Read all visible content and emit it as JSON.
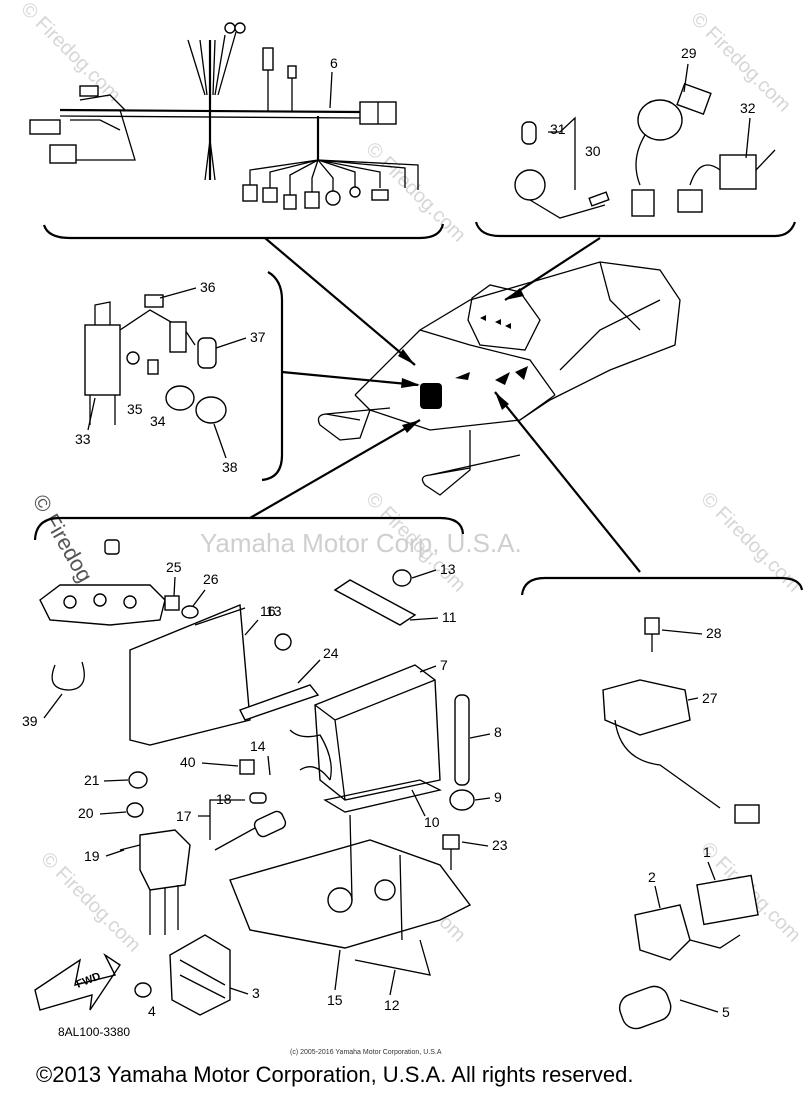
{
  "labels": {
    "p1": "1",
    "p2": "2",
    "p3": "3",
    "p4": "4",
    "p5": "5",
    "p6": "6",
    "p7": "7",
    "p8": "8",
    "p9": "9",
    "p10": "10",
    "p11": "11",
    "p12": "12",
    "p13a": "13",
    "p13b": "13",
    "p14": "14",
    "p15": "15",
    "p16": "16",
    "p17": "17",
    "p18": "18",
    "p19": "19",
    "p20": "20",
    "p21": "21",
    "p23": "23",
    "p24": "24",
    "p25": "25",
    "p26": "26",
    "p27": "27",
    "p28": "28",
    "p29": "29",
    "p30": "30",
    "p31": "31",
    "p32": "32",
    "p33": "33",
    "p34": "34",
    "p35": "35",
    "p36": "36",
    "p37": "37",
    "p38": "38",
    "p39": "39",
    "p40": "40"
  },
  "fwd_arrow": "FWD",
  "diagram_code": "8AL100-3380",
  "small_copyright": "(c) 2005-2016 Yamaha Motor Corporation, U.S.A",
  "footer_copyright": "©2013 Yamaha Motor Corporation, U.S.A. All rights reserved.",
  "watermarks": {
    "center": "Yamaha Motor Corp, U.S.A.",
    "site": "© Firedog.com",
    "diag": "© Firedog.com"
  }
}
